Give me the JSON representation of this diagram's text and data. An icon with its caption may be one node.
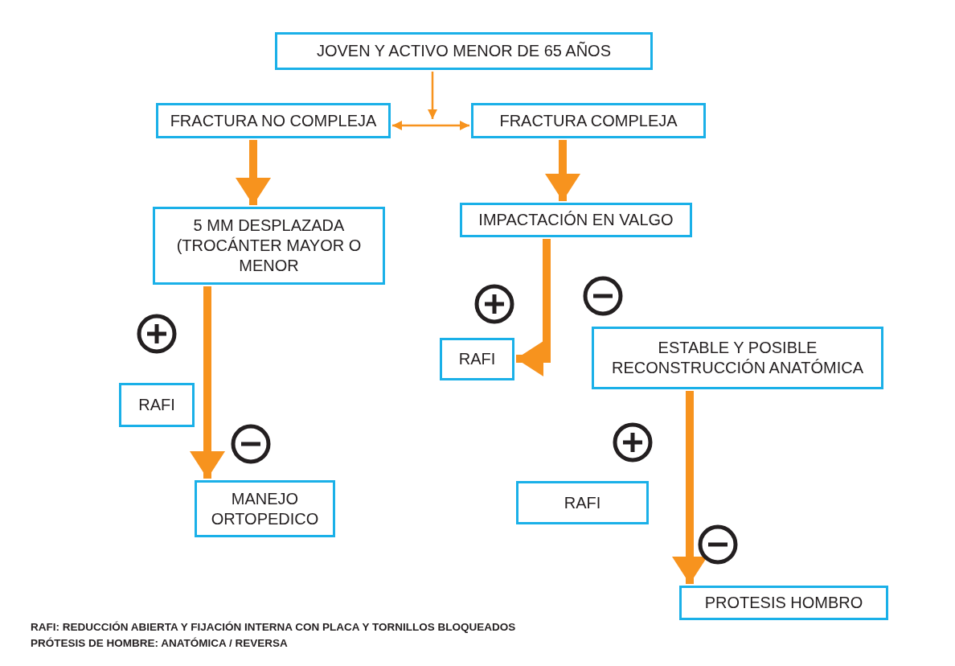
{
  "diagram": {
    "nodes": [
      {
        "text": [
          "JOVEN Y ACTIVO MENOR DE 65 AÑOS"
        ]
      },
      {
        "text": [
          "FRACTURA  NO COMPLEJA"
        ]
      },
      {
        "text": [
          "FRACTURA  COMPLEJA"
        ]
      },
      {
        "text": [
          "5 MM DESPLAZADA (TROCÁNTER MAYOR O MENOR"
        ]
      },
      {
        "text": [
          "IMPACTACIÓN EN VALGO"
        ]
      },
      {
        "text": [
          "RAFI"
        ]
      },
      {
        "text": [
          "MANEJO ORTOPEDICO"
        ]
      },
      {
        "text": [
          "RAFI"
        ]
      },
      {
        "text": [
          "ESTABLE Y POSIBLE RECONSTRUCCIÓN ANATÓMICA"
        ]
      },
      {
        "text": [
          "RAFI"
        ]
      },
      {
        "text": [
          "PROTESIS HOMBRO"
        ]
      }
    ],
    "edges": [
      {
        "from": 0,
        "to": null,
        "arrow": "to"
      },
      {
        "from": 1,
        "to": 2,
        "arrow": "both"
      },
      {
        "from": 1,
        "to": 3,
        "arrow": "to"
      },
      {
        "from": 2,
        "to": 4,
        "arrow": "to"
      },
      {
        "from": 3,
        "to": 6,
        "arrow": "to"
      },
      {
        "from": 4,
        "to": 7,
        "arrow": "to"
      },
      {
        "from": 8,
        "to": 10,
        "arrow": "to"
      }
    ],
    "labels": [
      "RAFI: REDUCCIÓN ABIERTA Y FIJACIÓN INTERNA CON PLACA Y TORNILLOS BLOQUEADOS",
      "PRÓTESIS DE HOMBRE: ANATÓMICA / REVERSA"
    ]
  }
}
